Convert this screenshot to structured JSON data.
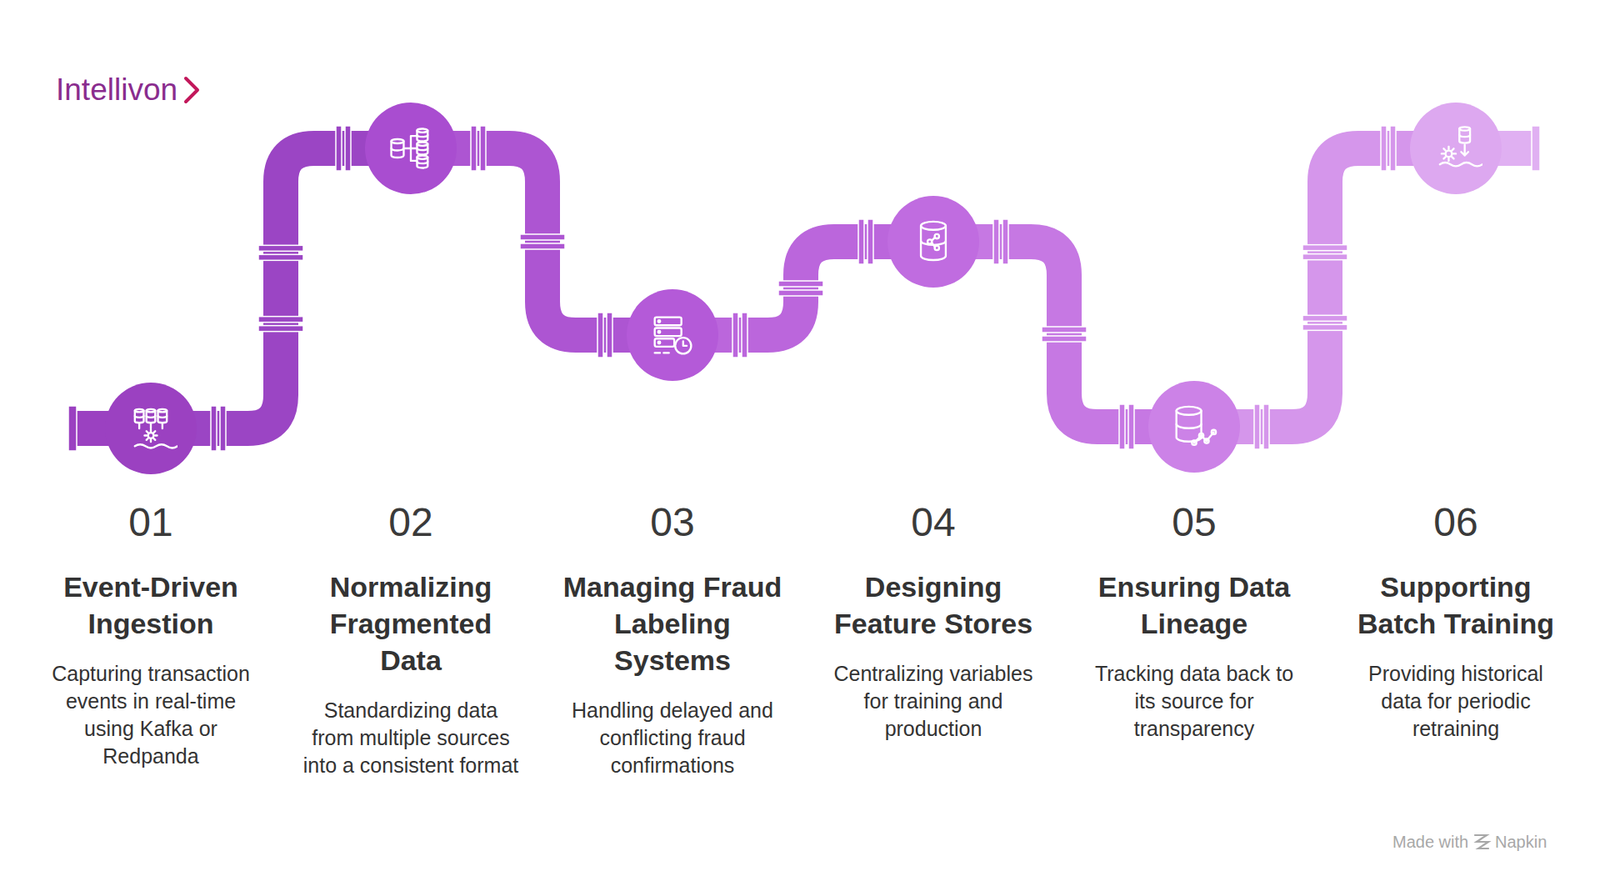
{
  "diagram": {
    "nodes": [
      {
        "text": [
          "01",
          "Event-Driven Ingestion",
          "Capturing transaction events in real-time using Kafka or Redpanda"
        ]
      },
      {
        "text": [
          "02",
          "Normalizing Fragmented Data",
          "Standardizing data from multiple sources into a consistent format"
        ]
      },
      {
        "text": [
          "03",
          "Managing Fraud Labeling Systems",
          "Handling delayed and conflicting fraud confirmations"
        ]
      },
      {
        "text": [
          "04",
          "Designing Feature Stores",
          "Centralizing variables for training and production"
        ]
      },
      {
        "text": [
          "05",
          "Ensuring Data Lineage",
          "Tracking data back to its source for transparency"
        ]
      },
      {
        "text": [
          "06",
          "Supporting Batch Training",
          "Providing historical data for periodic retraining"
        ]
      }
    ],
    "edges": [
      {
        "from": 0,
        "to": 1,
        "arrow": "none"
      },
      {
        "from": 1,
        "to": 2,
        "arrow": "none"
      },
      {
        "from": 2,
        "to": 3,
        "arrow": "none"
      },
      {
        "from": 3,
        "to": 4,
        "arrow": "none"
      },
      {
        "from": 4,
        "to": 5,
        "arrow": "none"
      }
    ],
    "labels": [
      "Intellivon",
      "Made with",
      "Napkin"
    ]
  }
}
